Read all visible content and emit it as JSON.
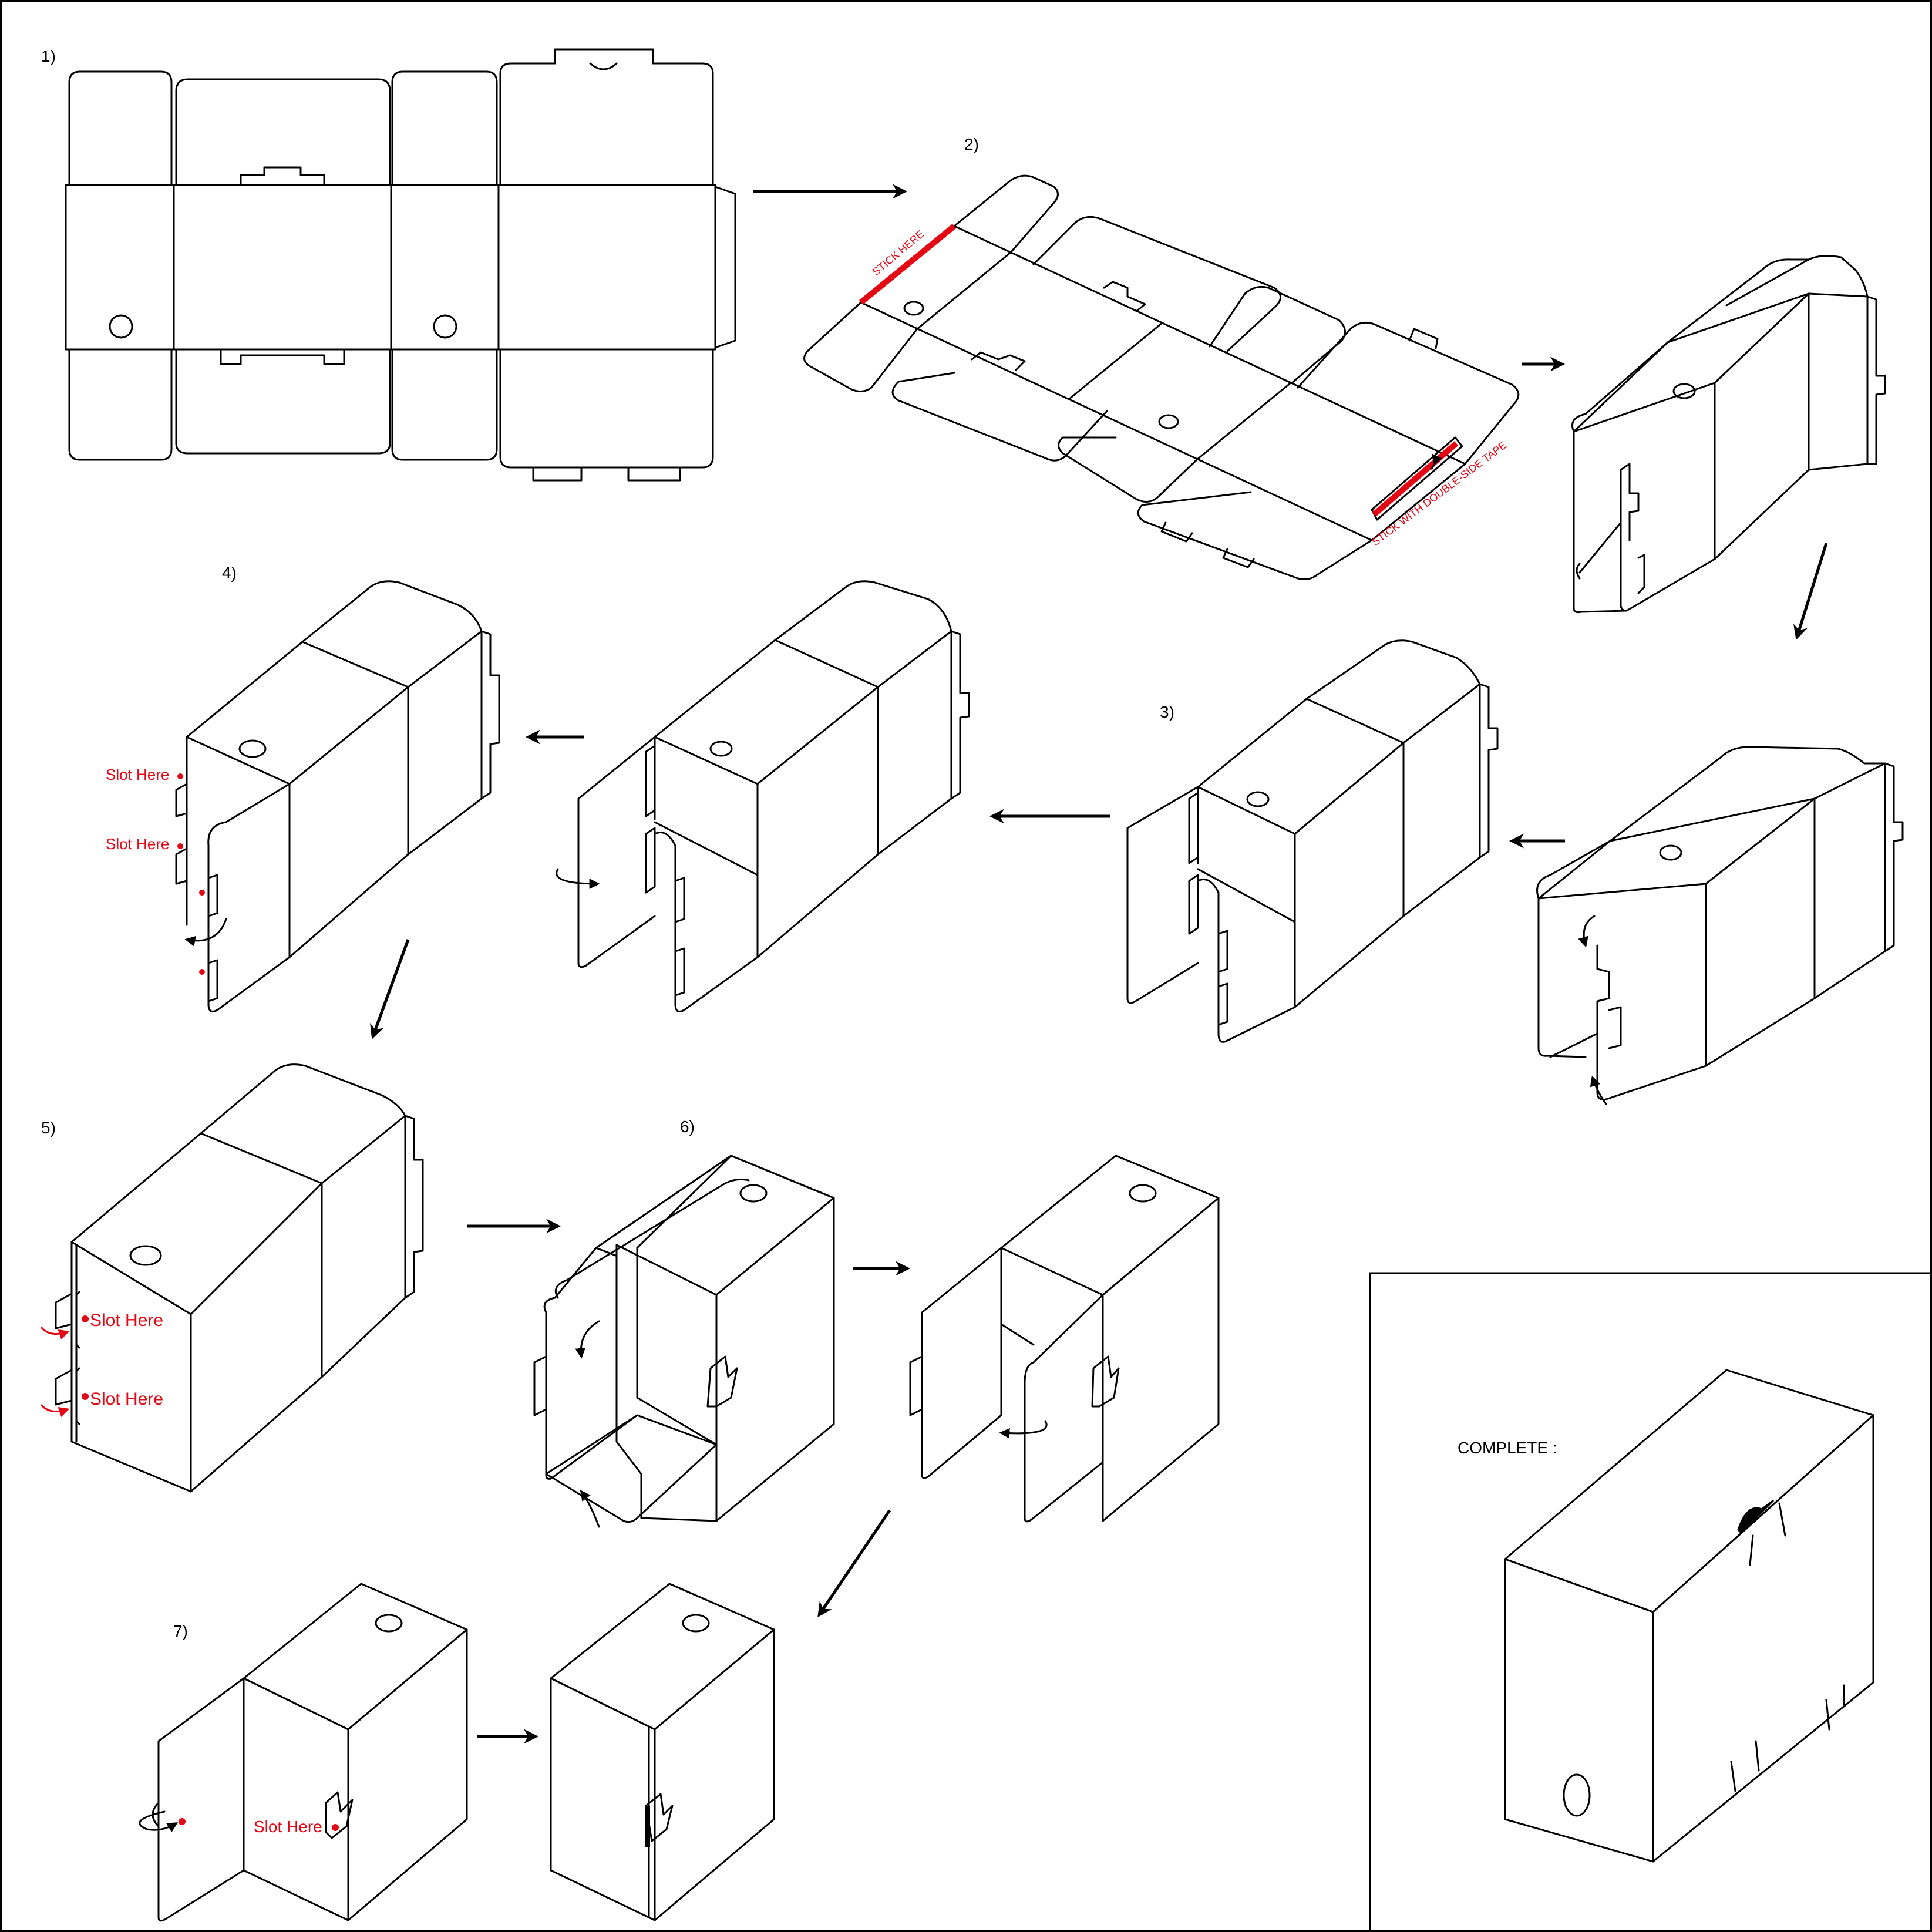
{
  "steps": {
    "s1": "1)",
    "s2": "2)",
    "s3": "3)",
    "s4": "4)",
    "s5": "5)",
    "s6": "6)",
    "s7": "7)"
  },
  "annotations": {
    "stick_here": "STICK HERE",
    "stick_tape": "STICK WITH DOUBLE-SIDE TAPE",
    "slot_here": "Slot Here",
    "complete": "COMPLETE :"
  },
  "colors": {
    "accent_red": "#e30613",
    "line": "#000000"
  }
}
